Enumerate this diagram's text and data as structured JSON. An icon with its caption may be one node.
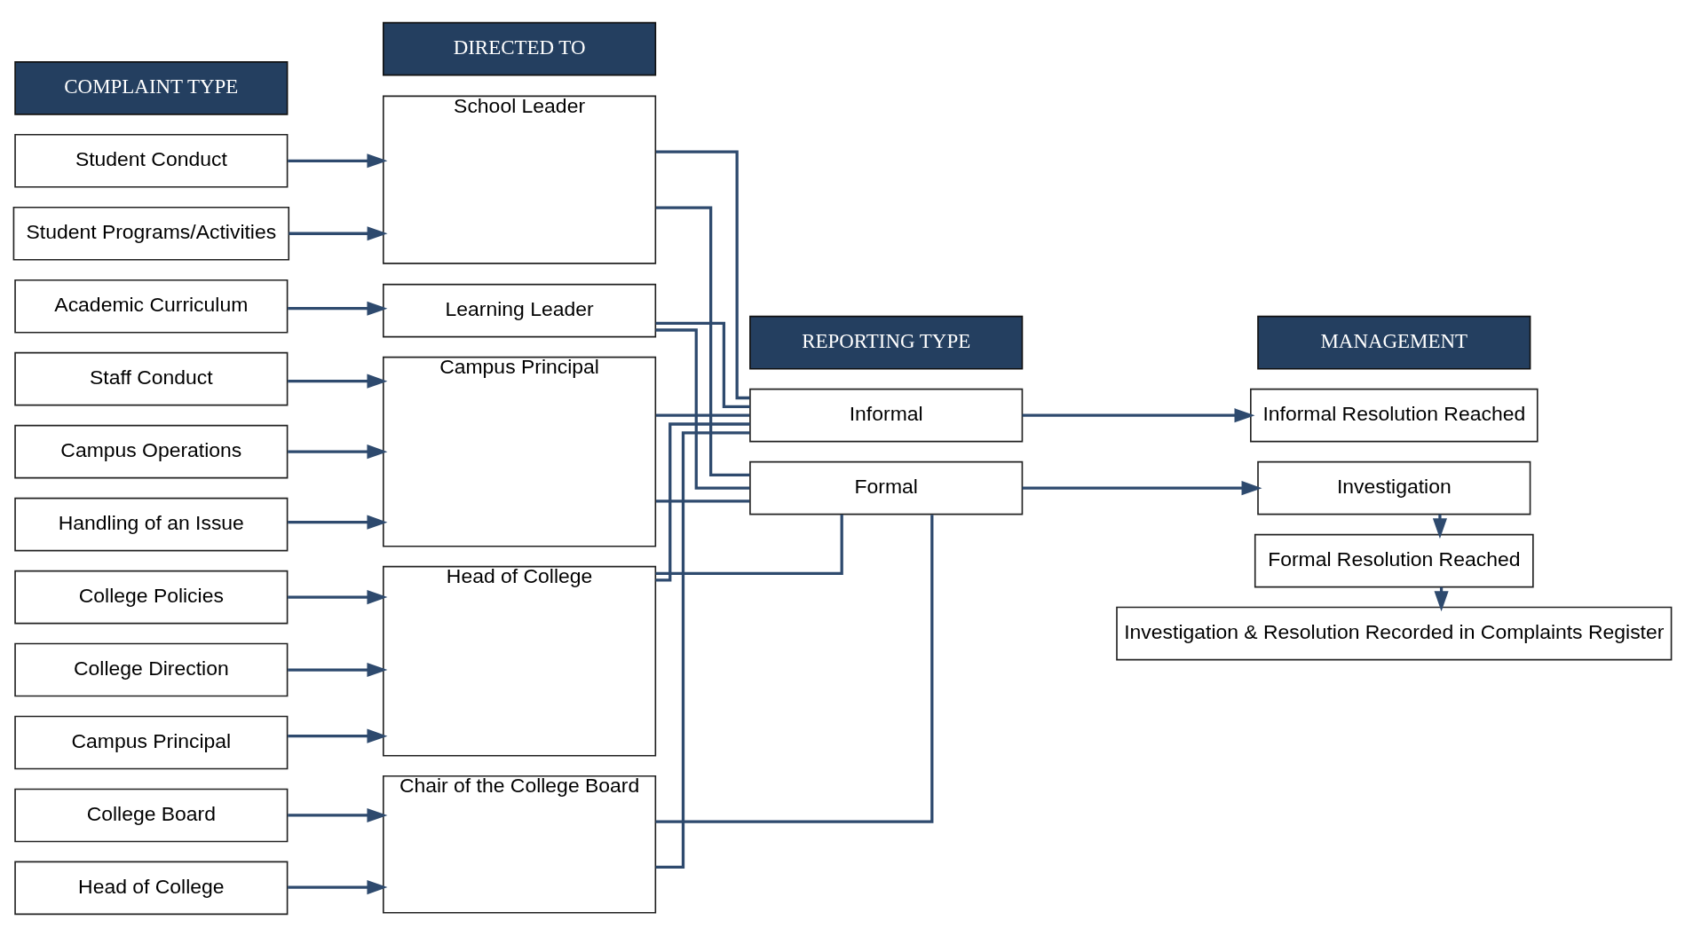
{
  "diagram": {
    "nodes": [
      {
        "text": [
          "COMPLAINT TYPE"
        ]
      },
      {
        "text": [
          "DIRECTED TO"
        ]
      },
      {
        "text": [
          "REPORTING TYPE"
        ]
      },
      {
        "text": [
          "MANAGEMENT"
        ]
      },
      {
        "text": [
          "Student Conduct"
        ]
      },
      {
        "text": [
          "Student Programs/Activities"
        ]
      },
      {
        "text": [
          "Academic Curriculum"
        ]
      },
      {
        "text": [
          "Staff Conduct"
        ]
      },
      {
        "text": [
          "Campus Operations"
        ]
      },
      {
        "text": [
          "Handling of an Issue"
        ]
      },
      {
        "text": [
          "College Policies"
        ]
      },
      {
        "text": [
          "College Direction"
        ]
      },
      {
        "text": [
          "Campus Principal"
        ]
      },
      {
        "text": [
          "College Board"
        ]
      },
      {
        "text": [
          "Head of College"
        ]
      },
      {
        "text": [
          "School Leader"
        ]
      },
      {
        "text": [
          "Learning Leader"
        ]
      },
      {
        "text": [
          "Campus Principal"
        ]
      },
      {
        "text": [
          "Head of College"
        ]
      },
      {
        "text": [
          "Chair of the College Board"
        ]
      },
      {
        "text": [
          "Informal"
        ]
      },
      {
        "text": [
          "Formal"
        ]
      },
      {
        "text": [
          "Informal Resolution Reached"
        ]
      },
      {
        "text": [
          "Investigation"
        ]
      },
      {
        "text": [
          "Formal Resolution Reached"
        ]
      },
      {
        "text": [
          "Investigation & Resolution Recorded in Complaints Register"
        ]
      }
    ],
    "edges": [
      {
        "from": 4,
        "to": 15,
        "arrow": "to"
      },
      {
        "from": 5,
        "to": 15,
        "arrow": "to"
      },
      {
        "from": 6,
        "to": 16,
        "arrow": "to"
      },
      {
        "from": 7,
        "to": 17,
        "arrow": "to"
      },
      {
        "from": 8,
        "to": 17,
        "arrow": "to"
      },
      {
        "from": 9,
        "to": 17,
        "arrow": "to"
      },
      {
        "from": 10,
        "to": 18,
        "arrow": "to"
      },
      {
        "from": 11,
        "to": 18,
        "arrow": "to"
      },
      {
        "from": 12,
        "to": 18,
        "arrow": "to"
      },
      {
        "from": 13,
        "to": 19,
        "arrow": "to"
      },
      {
        "from": 14,
        "to": 19,
        "arrow": "to"
      },
      {
        "from": 15,
        "to": 20,
        "arrow": "none"
      },
      {
        "from": 15,
        "to": 21,
        "arrow": "none"
      },
      {
        "from": 16,
        "to": 20,
        "arrow": "none"
      },
      {
        "from": 16,
        "to": 21,
        "arrow": "none"
      },
      {
        "from": 17,
        "to": 20,
        "arrow": "none"
      },
      {
        "from": 17,
        "to": 21,
        "arrow": "none"
      },
      {
        "from": 18,
        "to": 20,
        "arrow": "none"
      },
      {
        "from": 18,
        "to": 21,
        "arrow": "none"
      },
      {
        "from": 19,
        "to": 20,
        "arrow": "none"
      },
      {
        "from": 19,
        "to": 21,
        "arrow": "none"
      },
      {
        "from": 20,
        "to": 22,
        "arrow": "to"
      },
      {
        "from": 21,
        "to": 23,
        "arrow": "to"
      },
      {
        "from": 23,
        "to": 24,
        "arrow": "to"
      },
      {
        "from": 24,
        "to": 25,
        "arrow": "to"
      }
    ]
  }
}
